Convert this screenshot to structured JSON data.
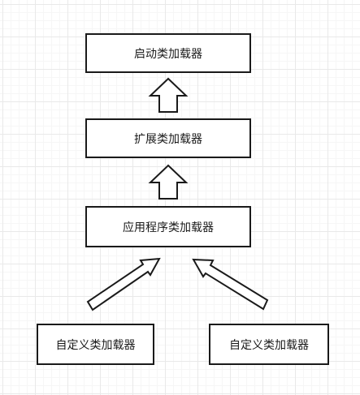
{
  "diagram": {
    "nodes": {
      "bootstrap": "启动类加载器",
      "extension": "扩展类加载器",
      "application": "应用程序类加载器",
      "custom_left": "自定义类加载器",
      "custom_right": "自定义类加载器"
    },
    "edges": [
      {
        "from": "extension",
        "to": "bootstrap"
      },
      {
        "from": "application",
        "to": "extension"
      },
      {
        "from": "custom_left",
        "to": "application"
      },
      {
        "from": "custom_right",
        "to": "application"
      }
    ],
    "colors": {
      "stroke": "#1a1a1a",
      "fill": "#ffffff"
    }
  }
}
